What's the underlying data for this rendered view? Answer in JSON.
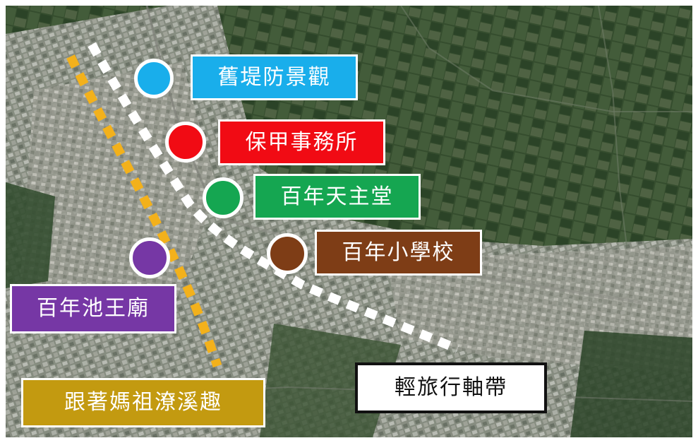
{
  "map": {
    "landmarks": [
      {
        "id": "old-embankment",
        "label": "舊堤防景觀",
        "color": "#19AEEB"
      },
      {
        "id": "baojia-office",
        "label": "保甲事務所",
        "color": "#F10B14"
      },
      {
        "id": "catholic-church",
        "label": "百年天主堂",
        "color": "#15A651"
      },
      {
        "id": "primary-school",
        "label": "百年小學校",
        "color": "#7E3D16"
      },
      {
        "id": "chiwang-temple",
        "label": "百年池王廟",
        "color": "#7637A5"
      }
    ],
    "routes": [
      {
        "id": "mazu-route",
        "label": "跟著媽祖潦溪趣",
        "color": "#C39A10"
      },
      {
        "id": "light-travel-belt",
        "label": "輕旅行軸帶",
        "color": "#FFFFFF"
      }
    ],
    "colors": {
      "mazu_dash": "#F3B11B",
      "light_dash": "#FFFFFF"
    }
  }
}
